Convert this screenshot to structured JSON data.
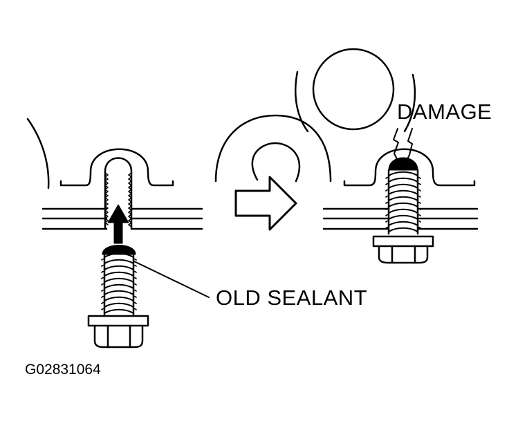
{
  "labels": {
    "damage": "DAMAGE",
    "old_sealant": "OLD SEALANT",
    "figure_code": "G02831064"
  },
  "colors": {
    "ink": "#000000",
    "paper": "#ffffff"
  }
}
